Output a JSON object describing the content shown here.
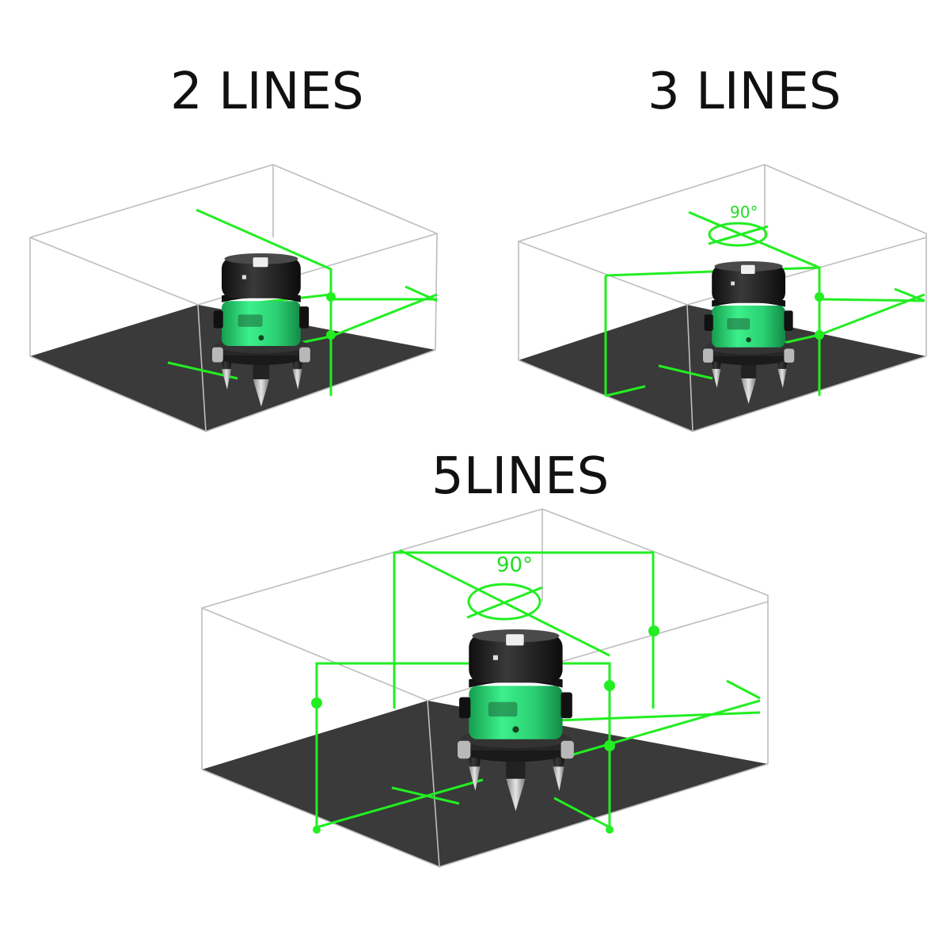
{
  "labels": {
    "two": "2 LINES",
    "three": "3 LINES",
    "five": "5LINES"
  },
  "angles": {
    "three": "90°",
    "five": "90°"
  },
  "colors": {
    "laser": "#22ee22",
    "floor": "#3a3a3a",
    "box_edge": "#bdbdbd",
    "body_green": "#2fe07a",
    "body_black": "#1e1e1e"
  }
}
